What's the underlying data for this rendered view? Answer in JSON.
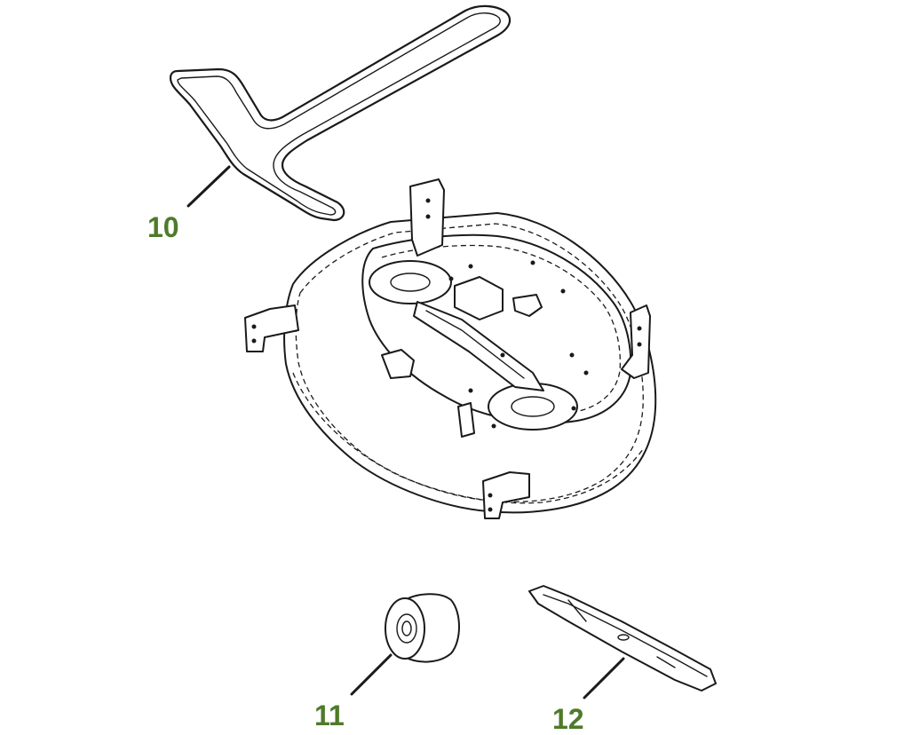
{
  "parts": [
    {
      "callout": "10",
      "icon": "drive-belt-icon"
    },
    {
      "callout": "11",
      "icon": "gauge-wheel-icon"
    },
    {
      "callout": "12",
      "icon": "mower-blade-icon"
    }
  ],
  "assembly_icon": "mower-deck-icon",
  "colors": {
    "callout": "#4f7a2a",
    "lineart": "#1a1a1a",
    "background": "#ffffff"
  }
}
